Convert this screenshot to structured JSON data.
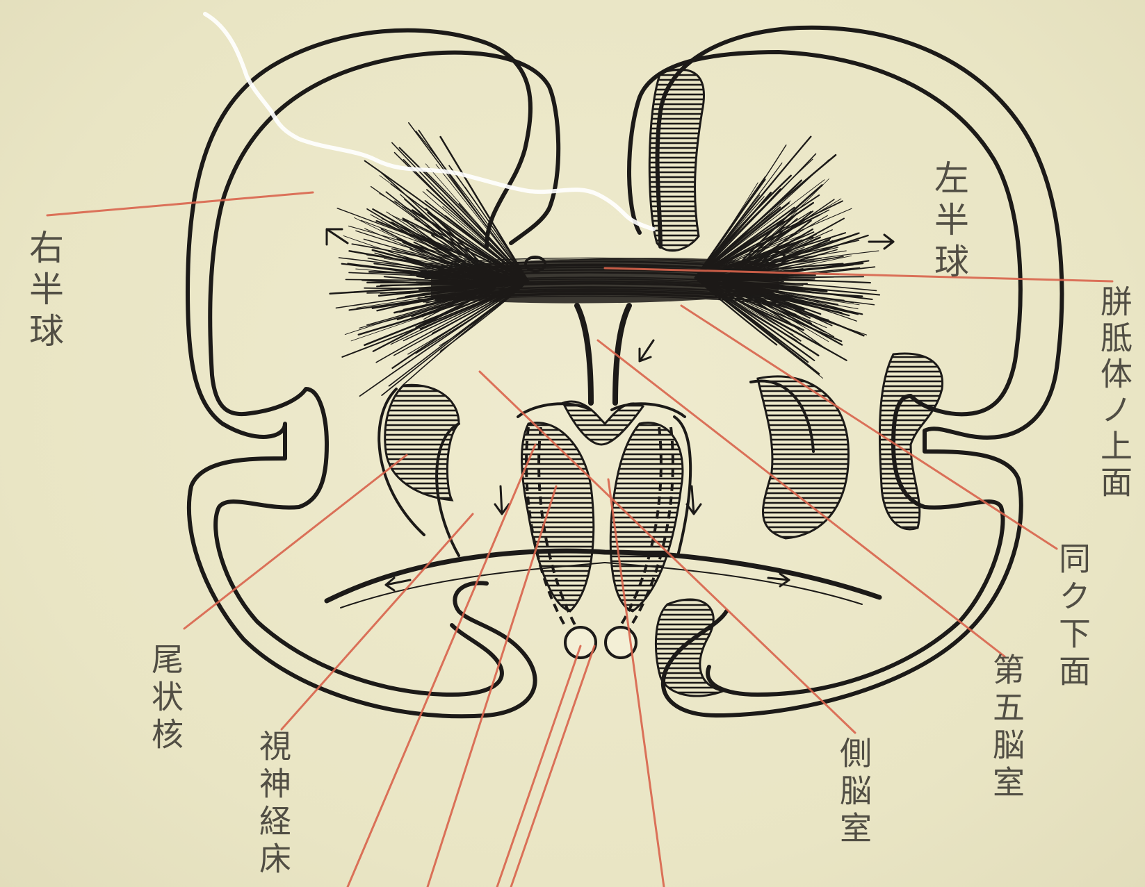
{
  "labels": {
    "right_hemisphere": "右半球",
    "left_hemisphere": "左半球",
    "corpus_callosum_upper": "胼胝体ノ上面",
    "corpus_callosum_lower": "同ク下面",
    "fifth_ventricle": "第五脳室",
    "lateral_ventricle": "側脳室",
    "optic_thalamus": "視神経床",
    "caudate_nucleus": "尾状核"
  },
  "colors": {
    "paper": "#ebe7c7",
    "ink": "#1c1a18",
    "leader_line": "#d9644c"
  }
}
